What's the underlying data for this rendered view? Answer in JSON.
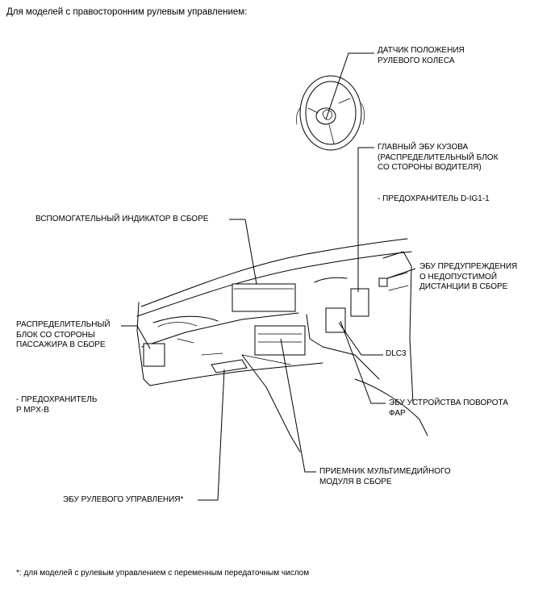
{
  "title": "Для моделей с правосторонним рулевым управлением:",
  "labels": {
    "steering_sensor": [
      "ДАТЧИК ПОЛОЖЕНИЯ",
      "РУЛЕВОГО КОЛЕСА"
    ],
    "main_body_ecu": [
      "ГЛАВНЫЙ ЭБУ КУЗОВА",
      "(РАСПРЕДЕЛИТЕЛЬНЫЙ БЛОК",
      "СО СТОРОНЫ ВОДИТЕЛЯ)"
    ],
    "fuse_d_ig1": "- ПРЕДОХРАНИТЕЛЬ D-IG1-1",
    "aux_indicator": "ВСПОМОГАТЕЛЬНЫЙ ИНДИКАТОР В СБОРЕ",
    "distance_warning_ecu": [
      "ЭБУ ПРЕДУПРЕЖДЕНИЯ",
      "О НЕДОПУСТИМОЙ",
      "ДИСТАНЦИИ В СБОРЕ"
    ],
    "passenger_junction": [
      "РАСПРЕДЕЛИТЕЛЬНЫЙ",
      "БЛОК СО СТОРОНЫ",
      "ПАССАЖИРА В СБОРЕ"
    ],
    "dlc3": "DLC3",
    "fuse_p_mpx": [
      "- ПРЕДОХРАНИТЕЛЬ",
      "P MPX-B"
    ],
    "headlamp_swivel_ecu": [
      "ЭБУ УСТРОЙСТВА ПОВОРОТА",
      "ФАР"
    ],
    "multimedia_receiver": [
      "ПРИЕМНИК МУЛЬТИМЕДИЙНОГО",
      "МОДУЛЯ В СБОРЕ"
    ],
    "steering_ecu": "ЭБУ РУЛЕВОГО УПРАВЛЕНИЯ*"
  },
  "footnote": "*: для моделей с рулевым управлением с переменным передаточным числом"
}
